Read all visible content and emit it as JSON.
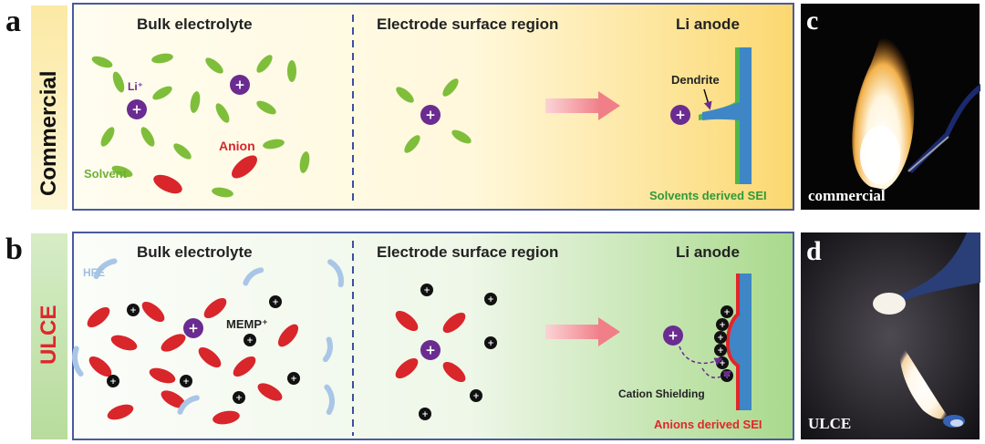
{
  "panels": {
    "a": {
      "letter": "a",
      "side_label": "Commercial",
      "bulk_title": "Bulk electrolyte",
      "surface_title": "Electrode surface region",
      "anode_title": "Li anode",
      "li_label": "Li⁺",
      "anion_label": "Anion",
      "solvent_label": "Solvent",
      "dendrite_label": "Dendrite",
      "sei_label": "Solvents derived SEI"
    },
    "b": {
      "letter": "b",
      "side_label": "ULCE",
      "bulk_title": "Bulk electrolyte",
      "surface_title": "Electrode surface region",
      "anode_title": "Li anode",
      "hfe_label": "HFE",
      "memp_label": "MEMP⁺",
      "shield_label": "Cation Shielding",
      "sei_label": "Anions derived SEI"
    },
    "c": {
      "letter": "c",
      "caption": "commercial"
    },
    "d": {
      "letter": "d",
      "caption": "ULCE"
    }
  },
  "symbols": {
    "plus": "+"
  },
  "colors": {
    "solvent": "#7fbe3a",
    "anion": "#d8262b",
    "li_ion": "#6a2c91",
    "hfe": "#a9c6e6",
    "cation_black": "#111111",
    "anode_blue": "#3f86c6",
    "sei_green": "#4db848",
    "sei_red": "#e0262b",
    "arrow_pink": "#f3a0a6",
    "side_yellow": "#f9e7a6",
    "side_green": "#c9e6b3"
  },
  "icons": [
    "flame-icon",
    "tweezers-icon",
    "arrow-right-icon"
  ]
}
